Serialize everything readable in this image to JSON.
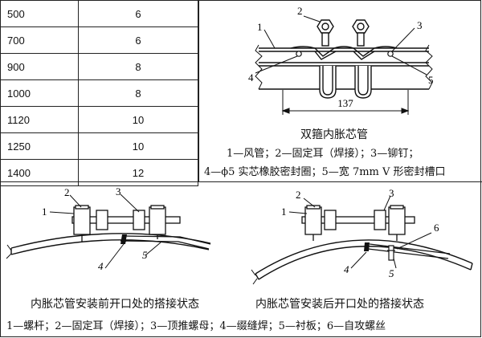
{
  "table": {
    "rows": [
      {
        "size": "500",
        "count": "6"
      },
      {
        "size": "700",
        "count": "6"
      },
      {
        "size": "900",
        "count": "8"
      },
      {
        "size": "1000",
        "count": "8"
      },
      {
        "size": "1120",
        "count": "10"
      },
      {
        "size": "1250",
        "count": "10"
      },
      {
        "size": "1400",
        "count": "12"
      }
    ]
  },
  "top_diagram": {
    "callouts": [
      "1",
      "2",
      "3",
      "4",
      "5"
    ],
    "dimension": "137",
    "title": "双箍内胀芯管",
    "legend_line1": "1—风管；2—固定耳（焊接）；3—铆钉；",
    "legend_line2": "4—ϕ5 实芯橡胶密封圈；5—宽 7mm V 形密封槽口"
  },
  "bottom_left": {
    "callouts": [
      "1",
      "2",
      "3",
      "4",
      "5"
    ],
    "caption": "内胀芯管安装前开口处的搭接状态"
  },
  "bottom_right": {
    "callouts": [
      "1",
      "2",
      "3",
      "4",
      "5",
      "6"
    ],
    "caption": "内胀芯管安装后开口处的搭接状态"
  },
  "bottom_legend": "1—螺杆；2—固定耳（焊接）；3—顶推螺母；4—缀缝焊；5—衬板；6—自攻螺丝"
}
